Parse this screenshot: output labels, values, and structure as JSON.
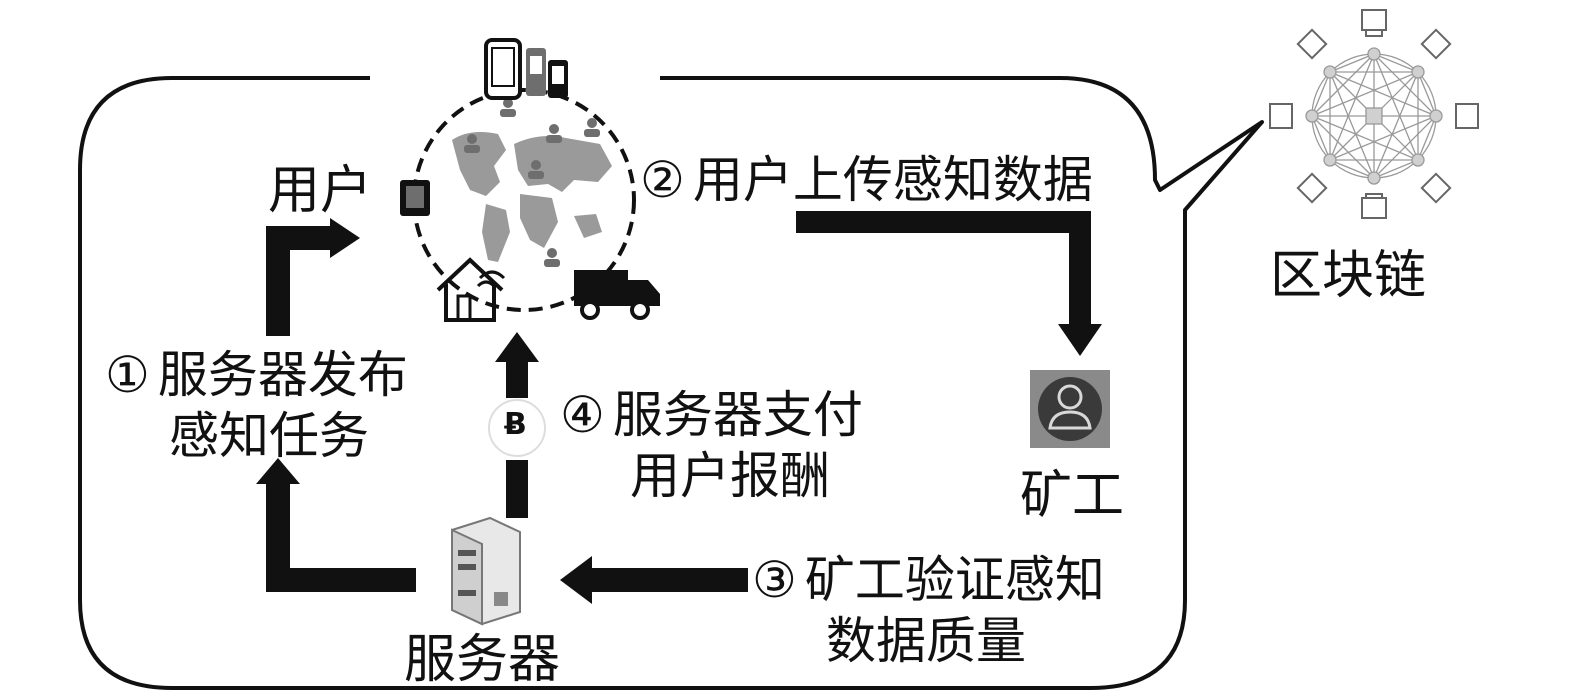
{
  "nodes": {
    "user": "用户",
    "miner": "矿工",
    "server": "服务器",
    "blockchain": "区块链"
  },
  "steps": {
    "step1": {
      "num": "①",
      "line1": "服务器发布",
      "line2": "感知任务"
    },
    "step2": {
      "num": "②",
      "line1": "用户上传感知数据"
    },
    "step3": {
      "num": "③",
      "line1": "矿工验证感知",
      "line2": "数据质量"
    },
    "step4": {
      "num": "④",
      "line1": "服务器支付",
      "line2": "用户报酬"
    }
  },
  "icons": {
    "coin_symbol": "Ƀ"
  },
  "colors": {
    "ink": "#111111",
    "map_gray": "#9a9a9a",
    "icon_gray": "#6e6e6e",
    "light_gray": "#c8c8c8"
  }
}
